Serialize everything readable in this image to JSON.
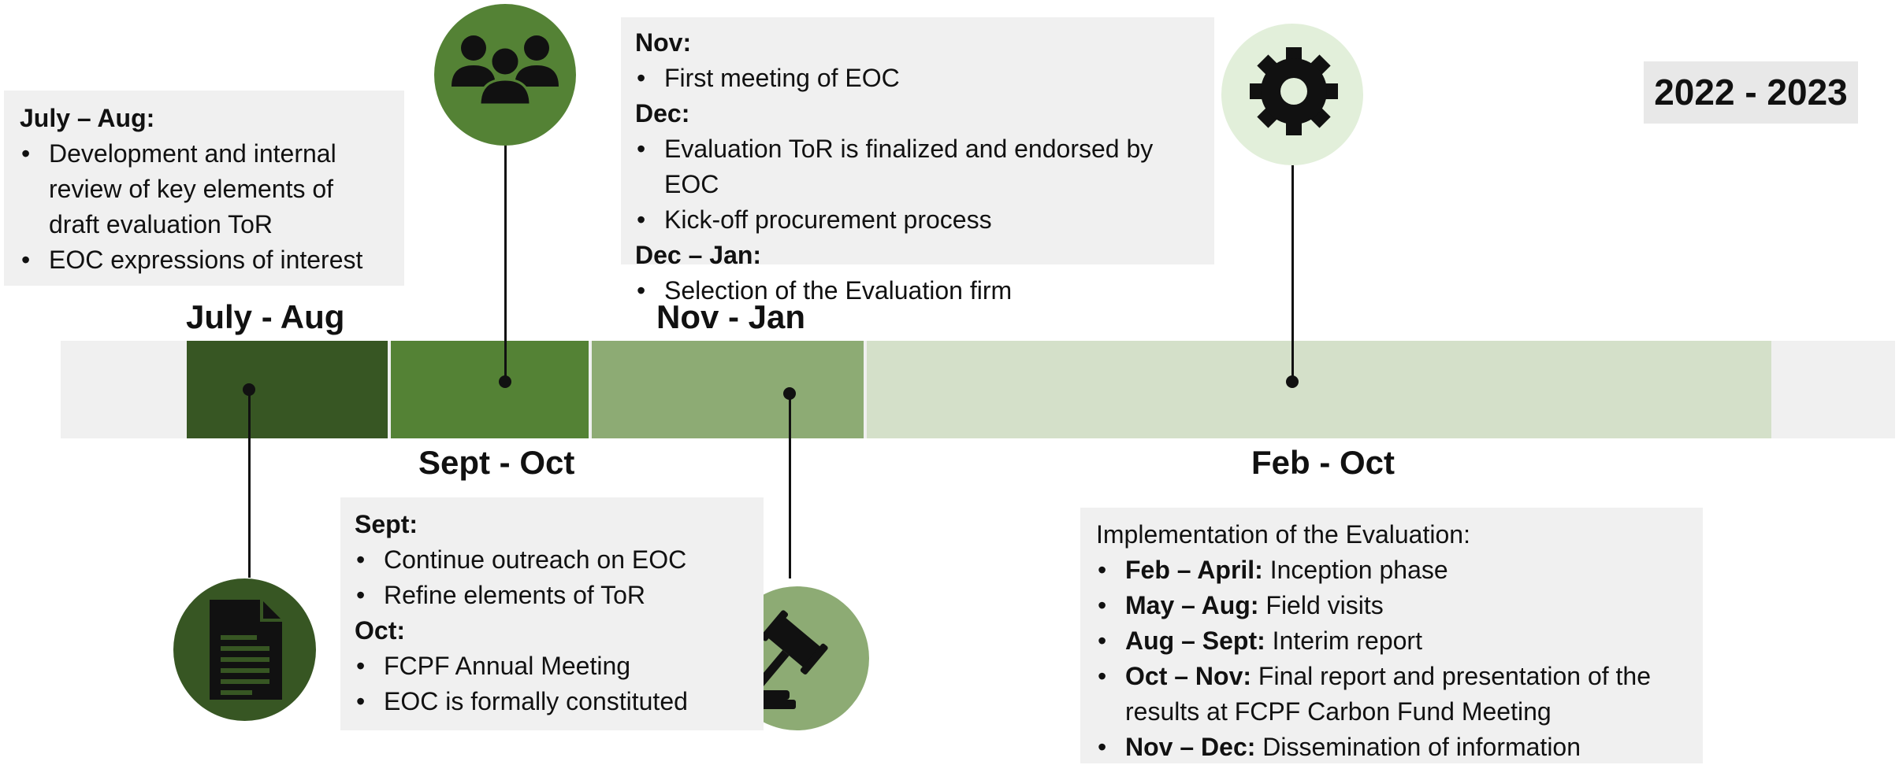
{
  "year_badge": "2022 - 2023",
  "colors": {
    "seg1": "#375623",
    "seg2": "#548235",
    "seg3": "#8dab74",
    "seg4": "#d4e0c9",
    "track": "#f0f0f0",
    "icon_bg_document": "#375623",
    "icon_bg_people": "#548235",
    "icon_bg_gavel": "#8dab74",
    "icon_bg_gear": "#e2efda"
  },
  "phases": {
    "july_aug": "July - Aug",
    "sept_oct": "Sept - Oct",
    "nov_jan": "Nov - Jan",
    "feb_oct": "Feb - Oct"
  },
  "icons": {
    "document": "document-icon",
    "people": "people-group-icon",
    "gavel": "gavel-icon",
    "gear": "gear-icon"
  },
  "box_july": {
    "heading": "July – Aug:",
    "items": [
      "Development and internal review of key elements of draft evaluation ToR",
      "EOC expressions of interest"
    ]
  },
  "box_nov": {
    "h1": "Nov:",
    "i1": [
      "First meeting of EOC"
    ],
    "h2": "Dec:",
    "i2": [
      "Evaluation ToR is finalized and endorsed by EOC",
      "Kick-off procurement process"
    ],
    "h3": "Dec – Jan:",
    "i3": [
      "Selection of the Evaluation firm"
    ]
  },
  "box_sept": {
    "h1": "Sept:",
    "i1": [
      "Continue outreach on EOC",
      "Refine elements of ToR"
    ],
    "h2": "Oct:",
    "i2": [
      "FCPF Annual Meeting",
      "EOC is formally constituted"
    ]
  },
  "box_feb": {
    "intro": "Implementation of the Evaluation:",
    "items": [
      {
        "bold": "Feb – April:",
        "text": " Inception phase"
      },
      {
        "bold": "May – Aug:",
        "text": " Field visits"
      },
      {
        "bold": "Aug – Sept:",
        "text": " Interim report"
      },
      {
        "bold": "Oct – Nov:",
        "text": " Final report and presentation of the results at FCPF Carbon Fund Meeting"
      },
      {
        "bold": "Nov – Dec:",
        "text": " Dissemination of information"
      }
    ]
  }
}
